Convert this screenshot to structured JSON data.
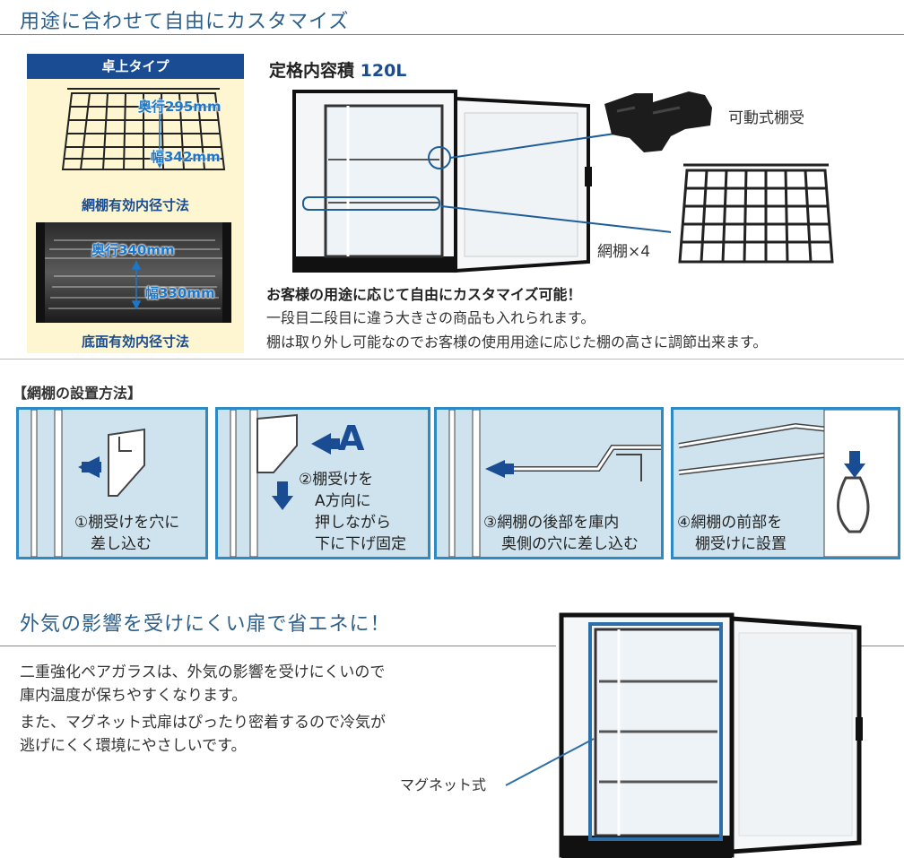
{
  "section1": {
    "title": "用途に合わせて自由にカスタマイズ"
  },
  "spec_panel": {
    "header": "卓上タイプ",
    "shelf_depth": "奥行295mm",
    "shelf_width": "幅342mm",
    "shelf_caption": "網棚有効内径寸法",
    "bottom_depth": "奥行340mm",
    "bottom_width": "幅330mm",
    "bottom_caption": "底面有効内径寸法"
  },
  "capacity": {
    "label": "定格内容積",
    "value": "120L"
  },
  "parts": {
    "bracket_label": "可動式棚受",
    "shelf_label": "網棚×4"
  },
  "customize": {
    "headline": "お客様の用途に応じて自由にカスタマイズ可能！",
    "line1": "一段目二段目に違う大きさの商品も入れられます。",
    "line2": "棚は取り外し可能なのでお客様の使用用途に応じた棚の高さに調節出来ます。"
  },
  "howto": {
    "title": "【網棚の設置方法】",
    "step1": {
      "line1": "①棚受けを穴に",
      "line2": "差し込む"
    },
    "step2": {
      "line1": "②棚受けを",
      "line2": "A方向に",
      "line3": "押しながら",
      "line4": "下に下げ固定",
      "marker": "A"
    },
    "step3": {
      "line1": "③網棚の後部を庫内",
      "line2": "奥側の穴に差し込む"
    },
    "step4": {
      "line1": "④網棚の前部を",
      "line2": "棚受けに設置"
    }
  },
  "section2": {
    "title": "外気の影響を受けにくい扉で省エネに！",
    "line1": "二重強化ペアガラスは、外気の影響を受けにくいので",
    "line2": "庫内温度が保ちやすくなります。",
    "line3": "また、マグネット式扉はぴったり密着するので冷気が",
    "line4": "逃げにくく環境にやさしいです。",
    "callout": "マグネット式"
  },
  "colors": {
    "accent": "#1a4c93",
    "title_blue": "#2c5f8a",
    "step_bg": "#cfe3ef",
    "step_border": "#2e8ac4",
    "panel_bg": "#fdf6d0"
  }
}
